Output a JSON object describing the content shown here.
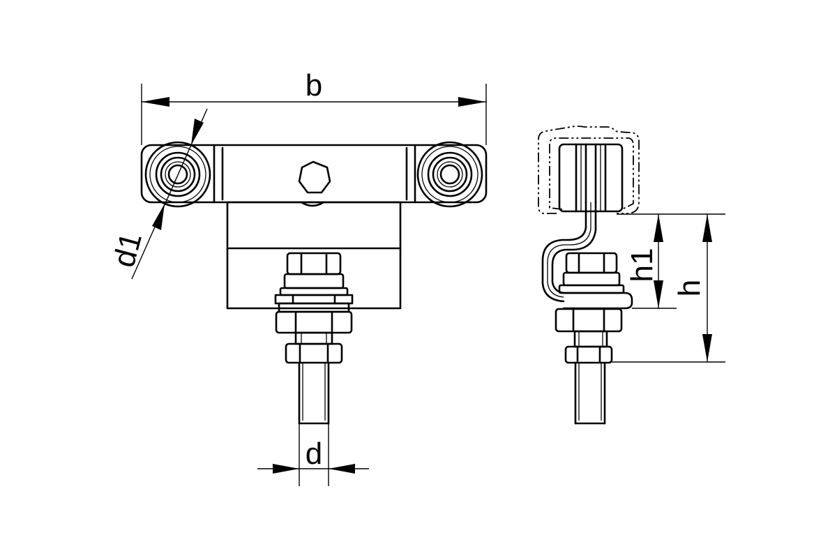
{
  "labels": {
    "width": "b",
    "roller_diameter": "d1",
    "thread_diameter": "d",
    "height_inner": "h1",
    "height_total": "h"
  },
  "colors": {
    "line": "#000000",
    "background": "#ffffff"
  }
}
